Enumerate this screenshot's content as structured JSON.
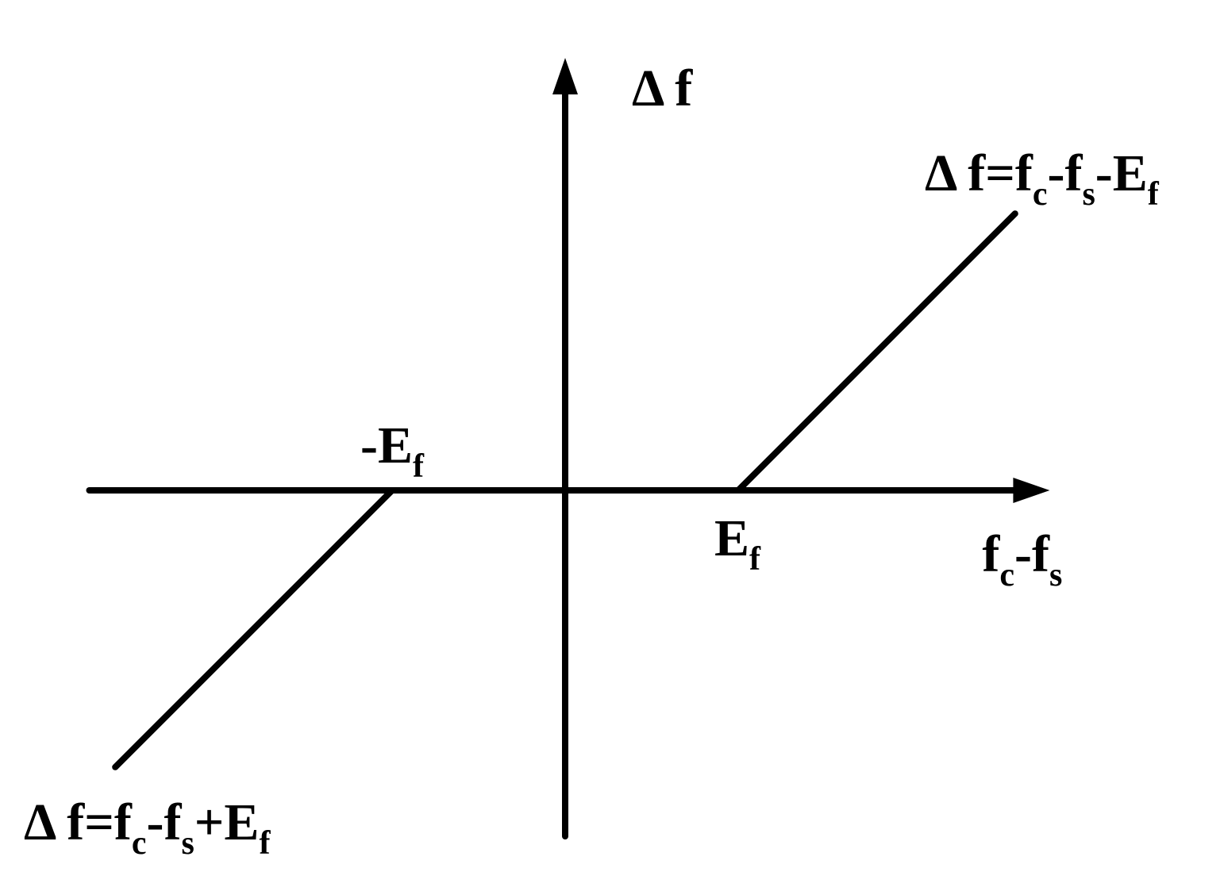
{
  "chart_data": {
    "type": "line",
    "axes": {
      "x_label": {
        "parts": [
          {
            "t": "f"
          },
          {
            "t": "c",
            "sub": true
          },
          {
            "t": "-f"
          },
          {
            "t": "s",
            "sub": true
          }
        ]
      },
      "y_label": {
        "parts": [
          {
            "t": "Δ f"
          }
        ]
      },
      "xlim": [
        -2.75,
        2.8
      ],
      "ylim": [
        -2.0,
        2.5
      ],
      "grid": false,
      "origin_ticks": false
    },
    "key_points": [
      {
        "x": -1,
        "label": {
          "parts": [
            {
              "t": "-E"
            },
            {
              "t": "f",
              "sub": true
            }
          ]
        },
        "label_side": "above"
      },
      {
        "x": 1,
        "label": {
          "parts": [
            {
              "t": "E"
            },
            {
              "t": "f",
              "sub": true
            }
          ]
        },
        "label_side": "below"
      }
    ],
    "series": [
      {
        "x": [
          -2.6,
          -1
        ],
        "y": [
          -1.6,
          0
        ],
        "label": {
          "parts": [
            {
              "t": "Δ f=f"
            },
            {
              "t": "c",
              "sub": true
            },
            {
              "t": "-f"
            },
            {
              "t": "s",
              "sub": true
            },
            {
              "t": "+E"
            },
            {
              "t": "f",
              "sub": true
            }
          ]
        }
      },
      {
        "x": [
          1,
          2.6
        ],
        "y": [
          0,
          1.6
        ],
        "label": {
          "parts": [
            {
              "t": "Δ f=f"
            },
            {
              "t": "c",
              "sub": true
            },
            {
              "t": "-f"
            },
            {
              "t": "s",
              "sub": true
            },
            {
              "t": "-E"
            },
            {
              "t": "f",
              "sub": true
            }
          ]
        }
      }
    ],
    "colors": {
      "line": "#000000",
      "background": "#ffffff"
    }
  }
}
